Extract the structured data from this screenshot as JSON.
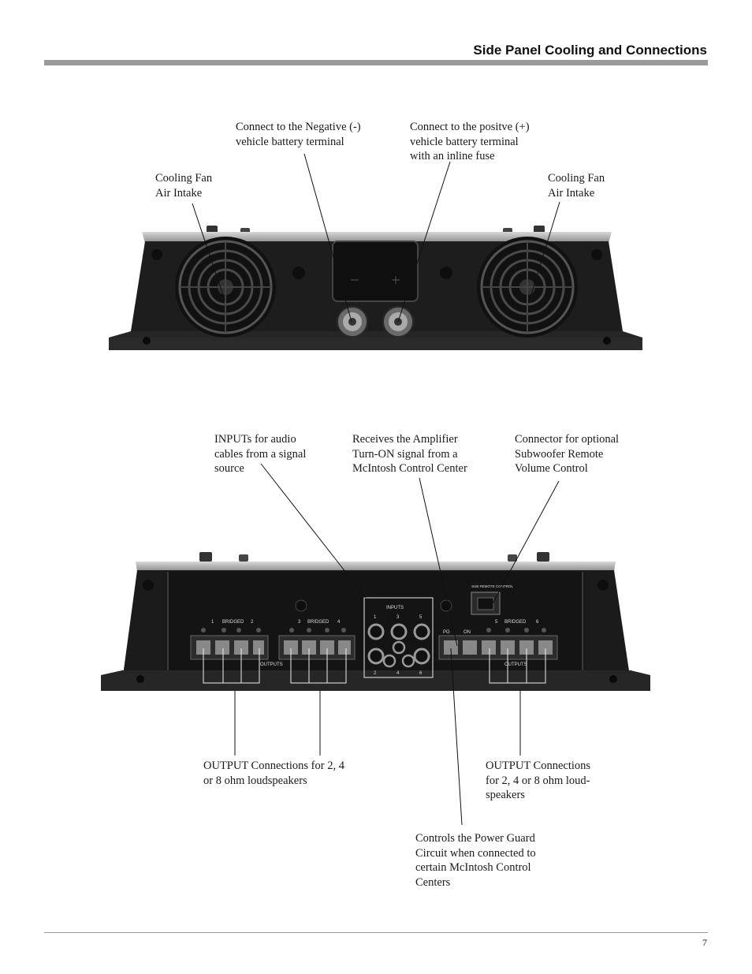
{
  "header": {
    "title": "Side Panel Cooling and Connections"
  },
  "top_figure": {
    "captions": {
      "fan_left": [
        "Cooling Fan",
        "Air Intake"
      ],
      "negative": [
        "Connect to the Negative (-)",
        "vehicle battery terminal"
      ],
      "positive": [
        "Connect to the positve (+)",
        "vehicle battery terminal",
        "with an inline fuse"
      ],
      "fan_right": [
        "Cooling Fan",
        "Air Intake"
      ]
    }
  },
  "bottom_figure": {
    "captions": {
      "inputs": [
        "INPUTs for audio",
        "cables from a signal",
        "source"
      ],
      "turn_on": [
        "Receives the Amplifier",
        "Turn-ON signal from a",
        "McIntosh Control Center"
      ],
      "remote": [
        "Connector for optional",
        "Subwoofer Remote",
        "Volume Control"
      ],
      "outputs_left": [
        "OUTPUT Connections for 2, 4",
        "or 8 ohm loudspeakers"
      ],
      "outputs_right": [
        "OUTPUT Connections",
        "for 2, 4 or 8 ohm loud-",
        "speakers"
      ],
      "power_guard": [
        "Controls the Power Guard",
        "Circuit when connected to",
        "certain McIntosh Control",
        "Centers"
      ]
    },
    "panel_labels": {
      "inputs": "INPUTS",
      "outputs": "OUTPUTS",
      "bridged": "BRIDGED",
      "sub_remote": "SUB REMOTE CONTROL",
      "pg": "PG",
      "on": "ON",
      "input_nums_top": [
        "1",
        "3",
        "5"
      ],
      "input_nums_bottom": [
        "2",
        "4",
        "6"
      ],
      "ch": [
        "1",
        "2",
        "3",
        "4",
        "5",
        "6"
      ]
    }
  },
  "footer": {
    "page_number": "7"
  }
}
